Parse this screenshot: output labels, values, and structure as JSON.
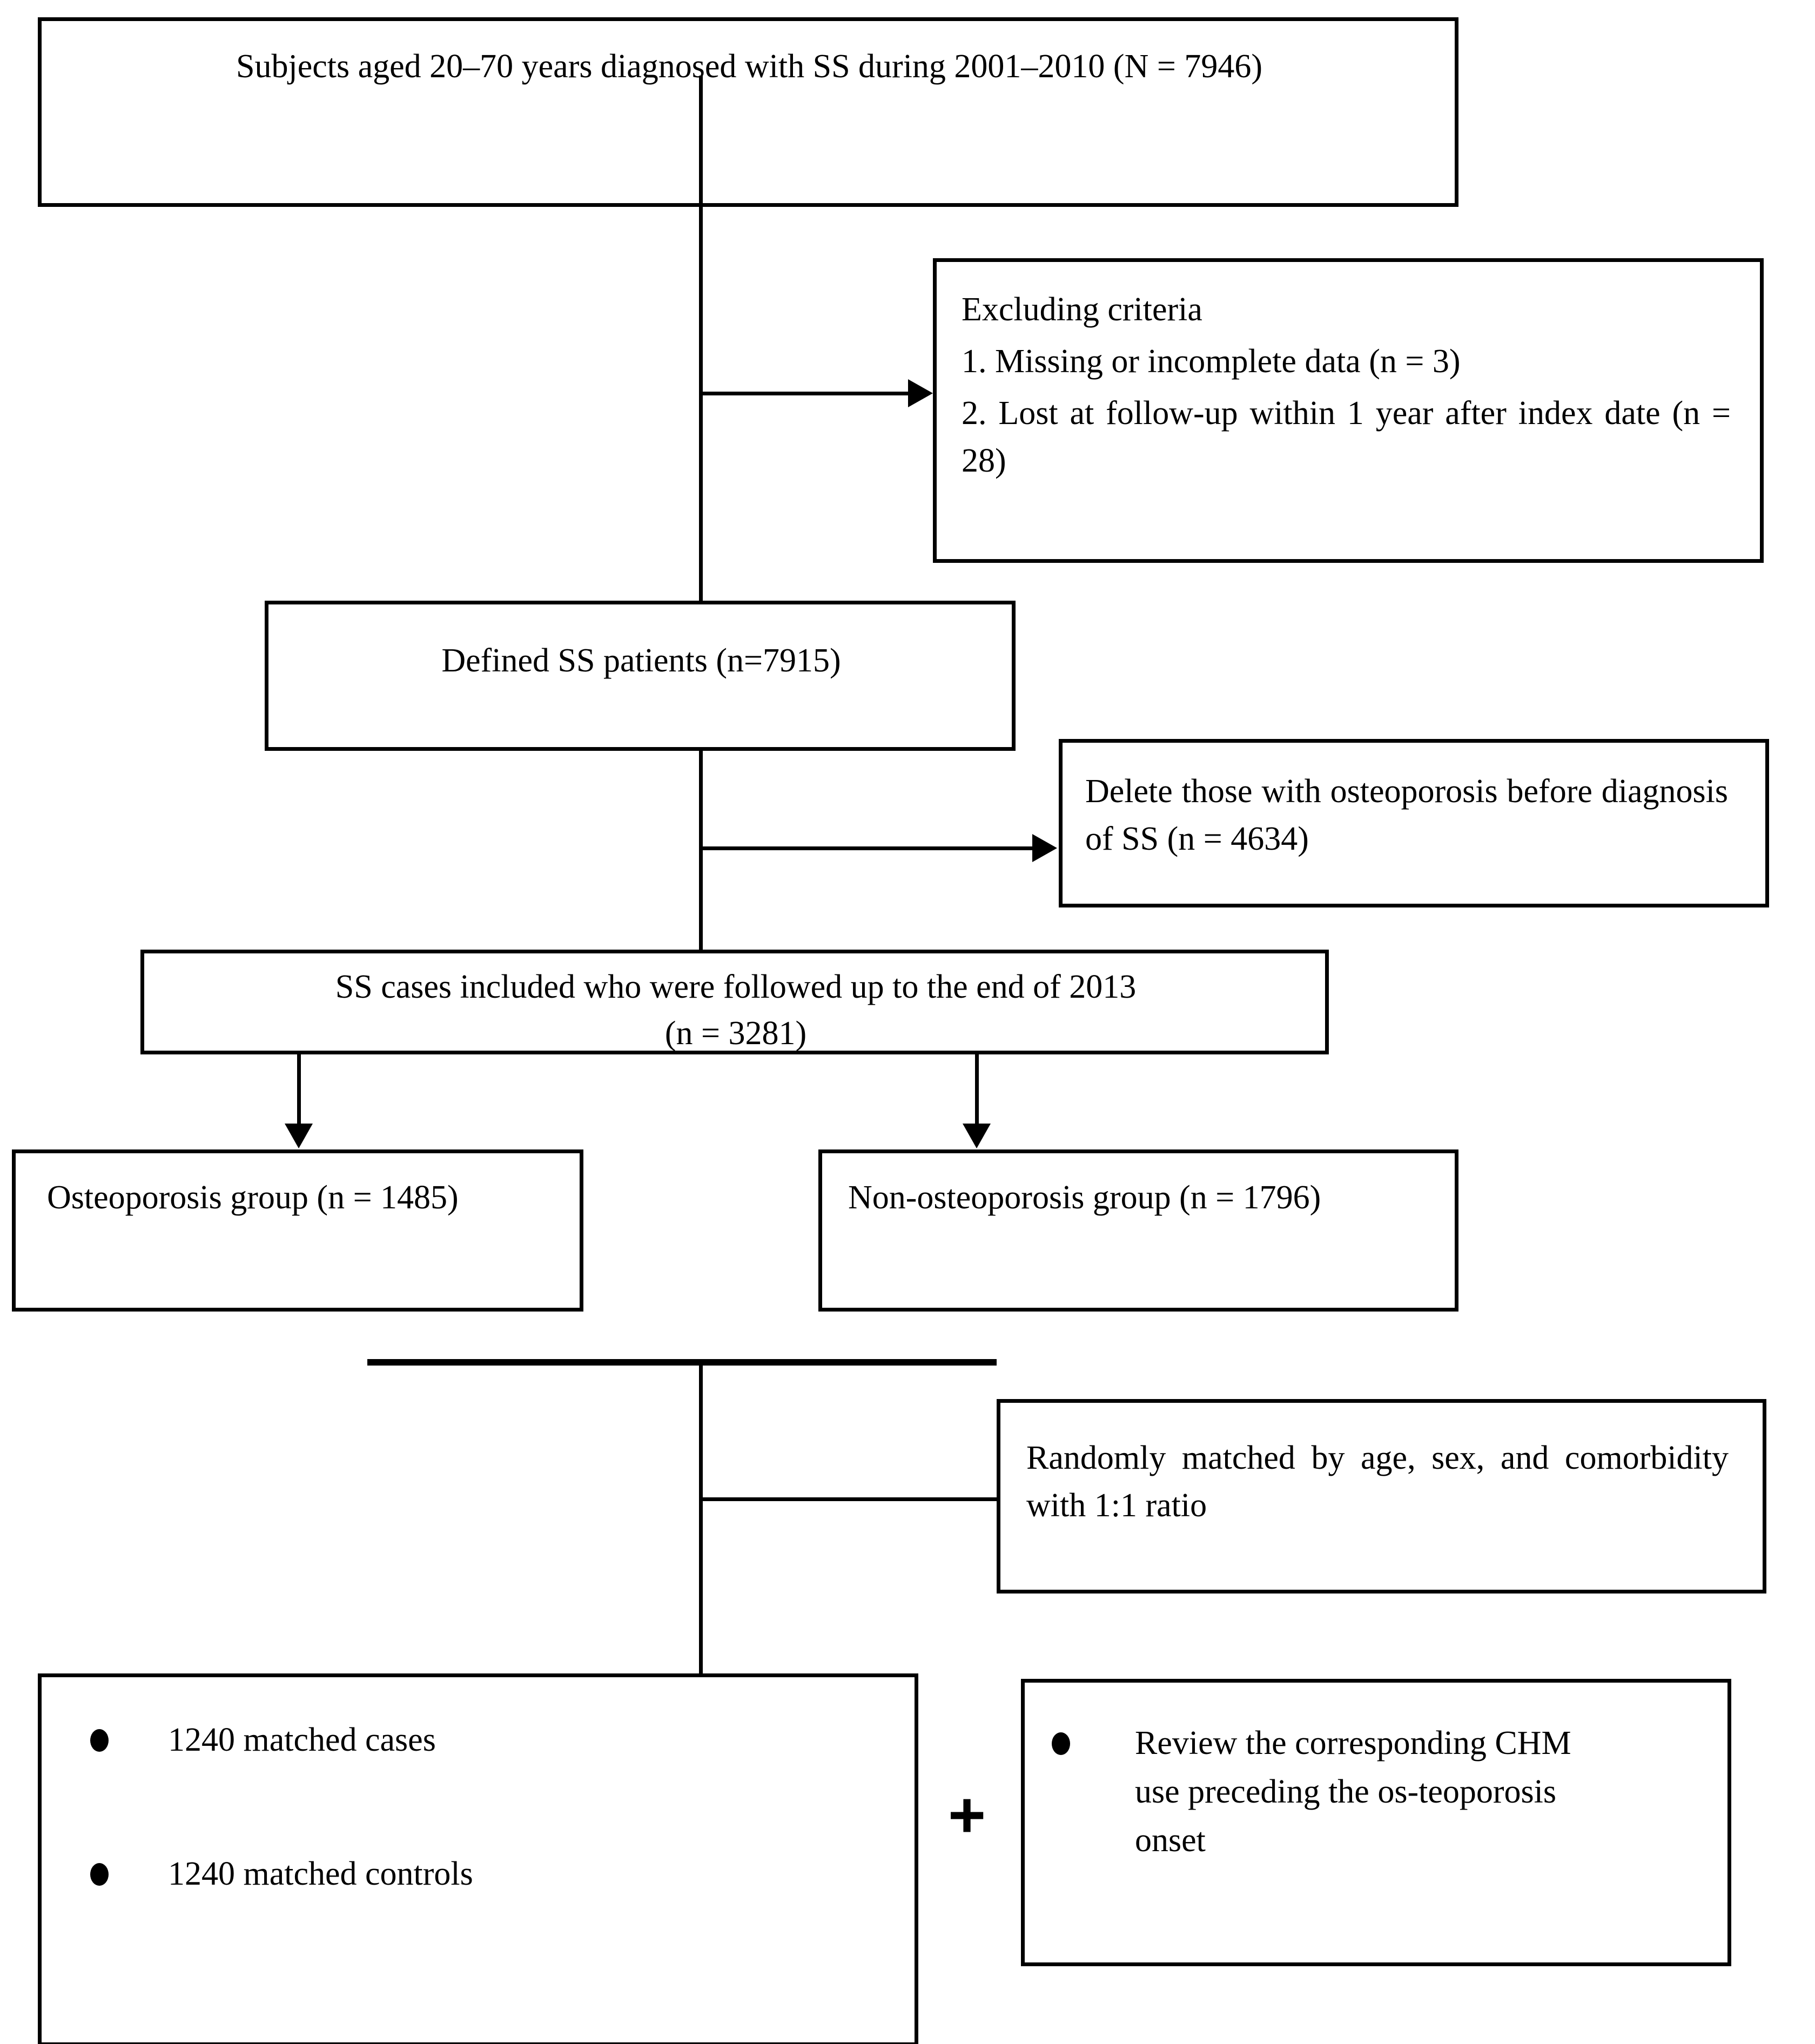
{
  "diagram": {
    "title": "Study population selection flowchart",
    "type": "flowchart",
    "nodes": {
      "source_population": {
        "text": "Subjects aged 20–70 years diagnosed with SS during 2001–2010 (N = 7946)"
      },
      "excluding_criteria": {
        "heading": "Excluding criteria",
        "item1": "1. Missing or incomplete data (n = 3)",
        "item2": "2. Lost at follow-up within 1 year after index date (n = 28)"
      },
      "defined_ss": {
        "text": "Defined SS patients (n=7915)"
      },
      "delete_prior_osteoporosis": {
        "text": "Delete those with osteoporosis before diagnosis of SS (n = 4634)"
      },
      "ss_cases_included": {
        "line1": "SS cases included who were followed up to the end of 2013",
        "line2": "(n = 3281)"
      },
      "osteoporosis_group": {
        "text": "Osteoporosis group (n = 1485)"
      },
      "non_osteoporosis_group": {
        "text": "Non-osteoporosis group (n = 1796)"
      },
      "randomly_matched": {
        "text": "Randomly matched by age, sex, and comorbidity with 1:1 ratio"
      },
      "matched_sets": {
        "bullets": [
          "1240 matched cases",
          "1240 matched controls"
        ]
      },
      "chm_review": {
        "bullets": [
          "Review the corresponding CHM use preceding the os-teoporosis onset"
        ]
      },
      "combiner": {
        "symbol": "+"
      }
    }
  }
}
